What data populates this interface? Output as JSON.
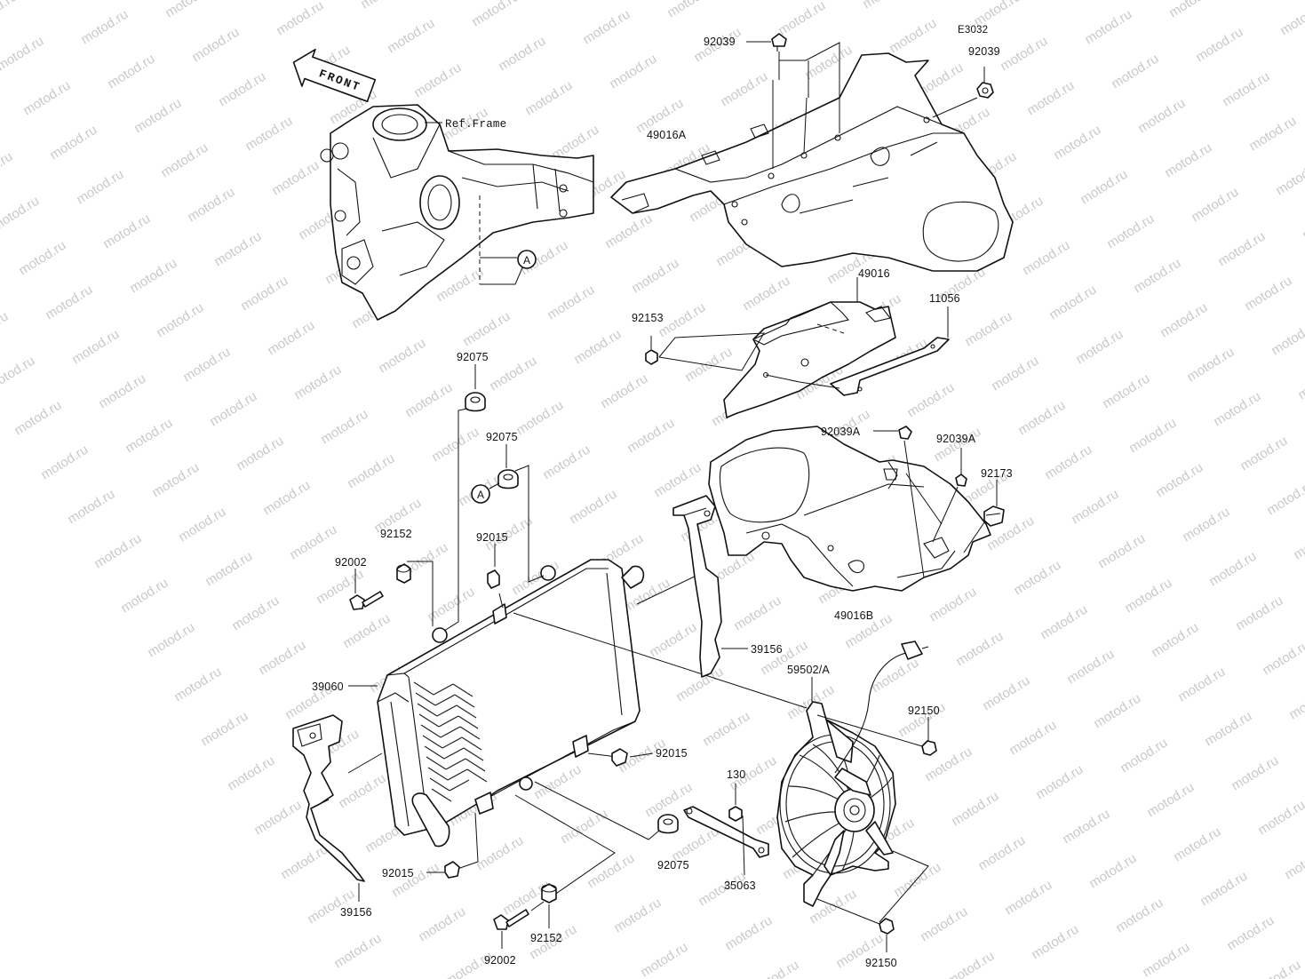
{
  "watermark": {
    "text": "motod.ru"
  },
  "arrow": {
    "label": "FRONT"
  },
  "frame_ref": "Ref.Frame",
  "reference_marker": "A",
  "callouts": {
    "c92039_top": "92039",
    "e3032": "E3032",
    "c92039_right": "92039",
    "c49016A": "49016A",
    "c49016": "49016",
    "c11056": "11056",
    "c92153": "92153",
    "c92075_top": "92075",
    "c92075_mid": "92075",
    "c92039A_left": "92039A",
    "c92039A_right": "92039A",
    "c92173": "92173",
    "c92152_top": "92152",
    "c92015_top": "92015",
    "c92002_top": "92002",
    "c49016B": "49016B",
    "c39156_right": "39156",
    "c39060": "39060",
    "c59502A": "59502/A",
    "c92150_top": "92150",
    "c92015_mid": "92015",
    "c130": "130",
    "c39156_left": "39156",
    "c92015_bot": "92015",
    "c92075_bot": "92075",
    "c35063": "35063",
    "c92152_bot": "92152",
    "c92002_bot": "92002",
    "c92150_bot": "92150"
  }
}
